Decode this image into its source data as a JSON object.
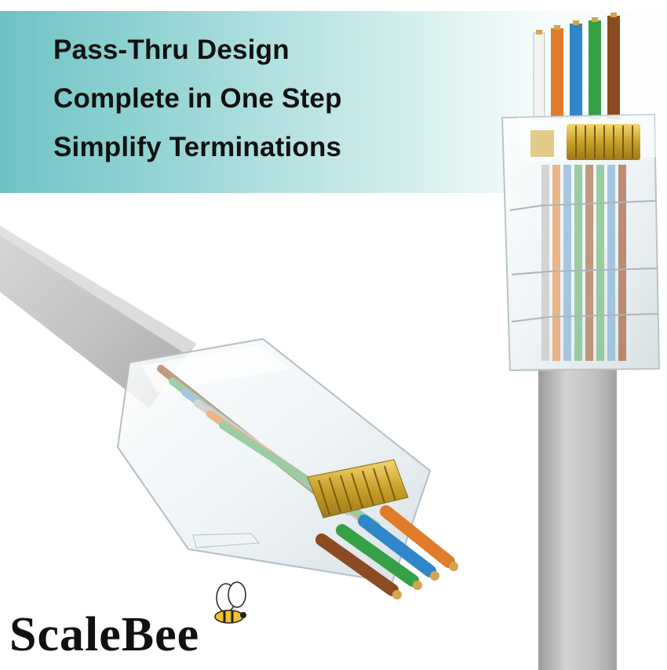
{
  "headline": {
    "line1": "Pass-Thru Design",
    "line2": "Complete in One Step",
    "line3": "Simplify Terminations"
  },
  "brand": {
    "name": "ScaleBee"
  },
  "colors": {
    "banner": "#8fd3d4",
    "cable": "#c9c9c9",
    "wire_orange": "#e07b2a",
    "wire_blue": "#2f86c8",
    "wire_green": "#35a046",
    "wire_brown": "#8b4a22",
    "contact_gold": "#d8b23a"
  }
}
